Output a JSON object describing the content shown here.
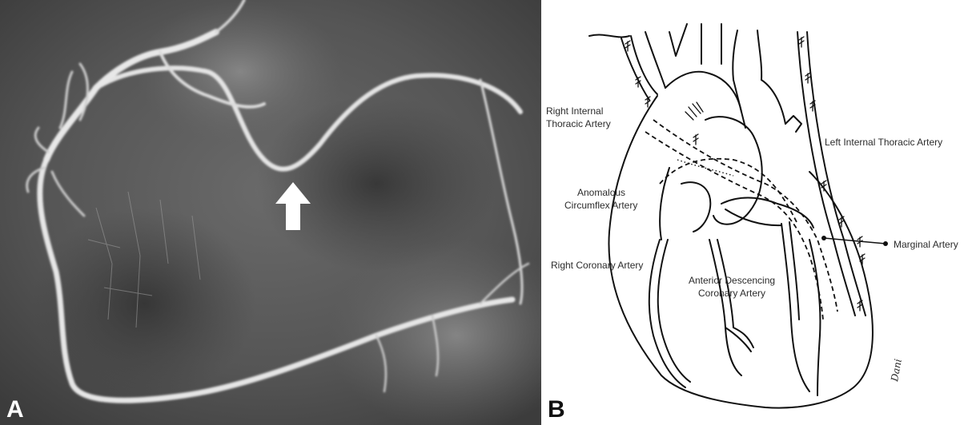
{
  "figure": {
    "panel_a": {
      "letter": "A",
      "arrow_icon": "arrow-up-icon"
    },
    "panel_b": {
      "letter": "B",
      "signature": "Dani",
      "labels": {
        "right_internal_thoracic_1": "Right Internal",
        "right_internal_thoracic_2": "Thoracic Artery",
        "left_internal_thoracic": "Left Internal Thoracic Artery",
        "anomalous_circumflex_1": "Anomalous",
        "anomalous_circumflex_2": "Circumflex Artery",
        "right_coronary": "Right Coronary Artery",
        "anterior_descending_1": "Anterior Descencing",
        "anterior_descending_2": "Coronary Artery",
        "marginal": "Marginal Artery"
      }
    },
    "colors": {
      "angiogram_bg": "#5a5a5a",
      "vessel": "#e6e6e6",
      "ink": "#111111",
      "arrow": "#ffffff"
    }
  }
}
